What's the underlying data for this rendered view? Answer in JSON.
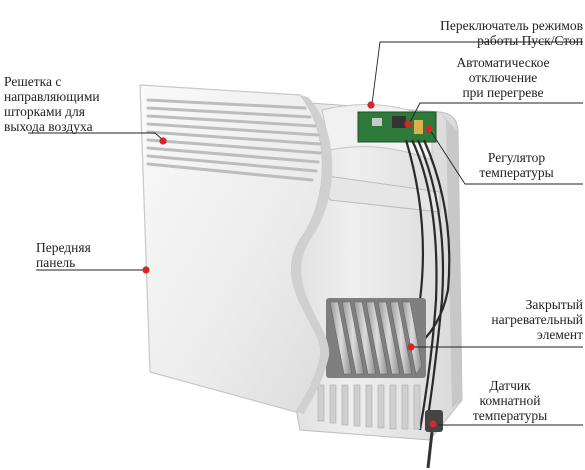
{
  "labels": {
    "grille": "Решетка с\nнаправляющими\nшторками для\nвыхода воздуха",
    "front_panel": "Передняя\nпанель",
    "mode_switch": "Переключатель режимов\nработы Пуск/Стоп",
    "overheat_cutoff": "Автоматическое\nотключение\nпри перегреве",
    "temp_regulator": "Регулятор\nтемпературы",
    "heating_element": "Закрытый\nнагревательный\nэлемент",
    "room_sensor": "Датчик\nкомнатной\nтемпературы"
  },
  "colors": {
    "panel": "#ececec",
    "panel_shadow": "#cfcfcf",
    "marker": "#d6252b",
    "leader_line": "#222222",
    "cable": "#2a2a2a",
    "pcb": "#2e7a3a"
  }
}
